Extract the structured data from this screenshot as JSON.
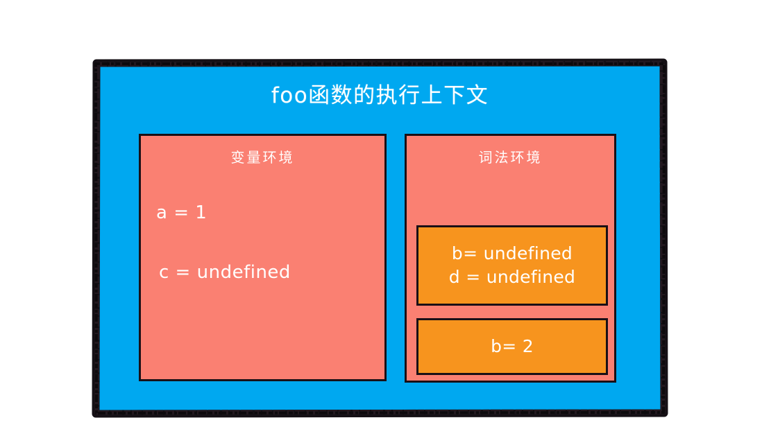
{
  "diagram": {
    "title": "foo函数的执行上下文",
    "colors": {
      "outer_background": "#00A8F0",
      "environment_panel": "#FA8072",
      "binding_box": "#F7941E",
      "border": "#1a1016",
      "text": "#FFFFFF"
    },
    "variable_environment": {
      "title": "变量环境",
      "entries": [
        "a = 1",
        "c = undefined"
      ]
    },
    "lexical_environment": {
      "title": "词法环境",
      "binding_boxes": [
        {
          "lines": [
            "b= undefined",
            "d = undefined"
          ]
        },
        {
          "lines": [
            "b= 2"
          ]
        }
      ]
    }
  }
}
